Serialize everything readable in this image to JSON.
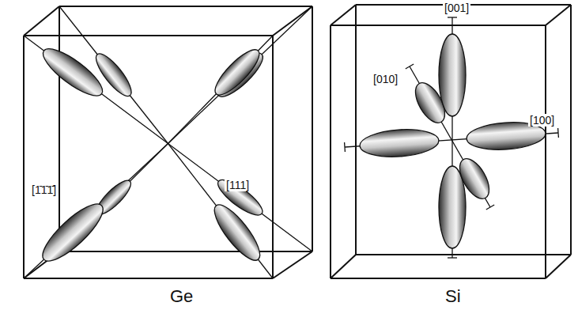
{
  "diagram": {
    "labels": [
      "[111]",
      "[1̄1̄1̄]",
      "Ge",
      "[001]",
      "[010]",
      "[100]",
      "Si"
    ]
  }
}
